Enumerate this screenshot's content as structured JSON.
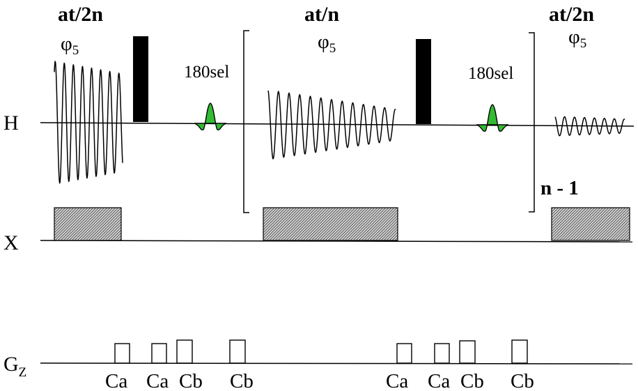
{
  "channels": {
    "h": "H",
    "x": "X",
    "gz_main": "G",
    "gz_sub": "Z"
  },
  "segments": [
    {
      "acq": "at/2n",
      "phase": "φ",
      "phase_sub": "5"
    },
    {
      "acq": "at/n",
      "phase": "φ",
      "phase_sub": "5"
    },
    {
      "acq": "at/2n",
      "phase": "φ",
      "phase_sub": "5"
    }
  ],
  "selective_pulse_labels": [
    "180sel",
    "180sel"
  ],
  "loop_label": "n - 1",
  "gradients": [
    {
      "label": "Ca"
    },
    {
      "label": "Ca"
    },
    {
      "label": "Cb"
    },
    {
      "label": "Cb"
    },
    {
      "label": "Ca"
    },
    {
      "label": "Ca"
    },
    {
      "label": "Cb"
    },
    {
      "label": "Cb"
    }
  ],
  "colors": {
    "selective_pulse": "#33bb33",
    "hard_pulse": "#000000",
    "decoupling_hatch": "#555555"
  }
}
